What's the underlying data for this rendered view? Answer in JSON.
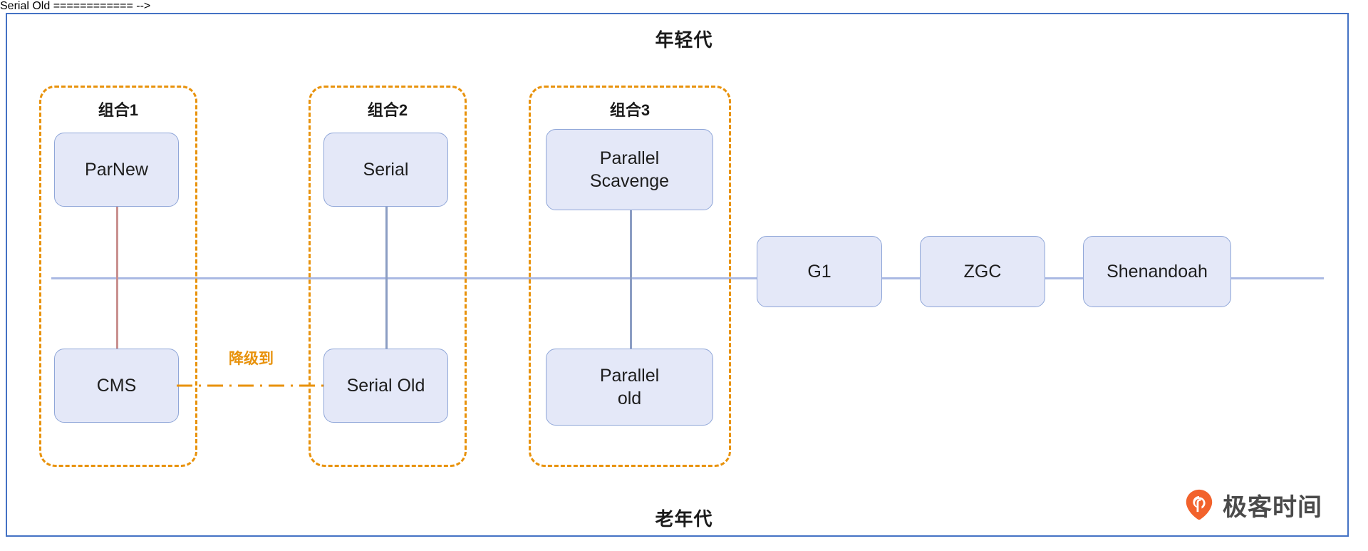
{
  "diagram": {
    "title_young": "年轻代",
    "title_old": "老年代",
    "frame_color": "#4472c4",
    "axis_color": "#aab9e3",
    "group_border_color": "#e8920b",
    "node_fill_color": "#e4e8f8",
    "node_border_color": "#8fa6d8",
    "degrade_color": "#e8920b",
    "rose_connector_color": "#c9908f",
    "blue_connector_color": "#8b9dc3"
  },
  "groups": [
    {
      "label": "组合1"
    },
    {
      "label": "组合2"
    },
    {
      "label": "组合3"
    }
  ],
  "nodes": {
    "par_new": "ParNew",
    "cms": "CMS",
    "serial": "Serial",
    "serial_old": "Serial Old",
    "parallel_scavenge": "Parallel\nScavenge",
    "parallel_old": "Parallel\nold",
    "g1": "G1",
    "zgc": "ZGC",
    "shenandoah": "Shenandoah"
  },
  "annotations": {
    "degrade_to": "降级到"
  },
  "logo": {
    "text": "极客时间",
    "mark_color": "#f2622c",
    "text_color": "#4a4a4a",
    "icon": "geektime-pin-icon"
  }
}
